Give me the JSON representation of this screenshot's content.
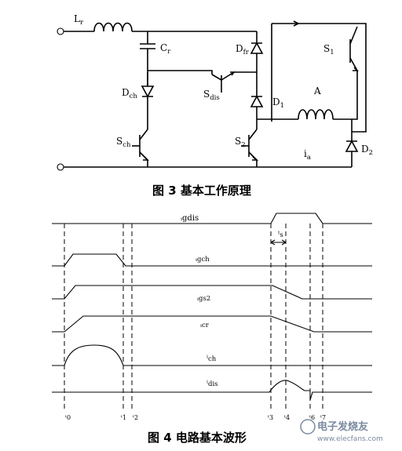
{
  "circuit": {
    "caption": "图 3  基本工作原理",
    "labels": {
      "Lr": "L",
      "Lr_sub": "r",
      "Cr": "C",
      "Cr_sub": "r",
      "Dch": "D",
      "Dch_sub": "ch",
      "Sch": "S",
      "Sch_sub": "ch",
      "Sdis": "S",
      "Sdis_sub": "dis",
      "Dfr": "D",
      "Dfr_sub": "fr",
      "D1": "D",
      "D1_sub": "1",
      "S2": "S",
      "S2_sub": "2",
      "A": "A",
      "S1": "S",
      "S1_sub": "1",
      "D2": "D",
      "D2_sub": "2",
      "ia": "i",
      "ia_sub": "a"
    }
  },
  "waveforms": {
    "caption": "图 4   电路基本波形",
    "signals": {
      "gdis": "gdis",
      "gch": "gch",
      "gs2": "gs2",
      "cr": "cr",
      "ch": "ch",
      "dis": "dis",
      "ts": "s"
    },
    "time_ticks": [
      "0",
      "1",
      "2",
      "3",
      "4",
      "6",
      "7"
    ]
  },
  "watermark": "电子发烧友",
  "watermark_url": "www.elecfans.com"
}
